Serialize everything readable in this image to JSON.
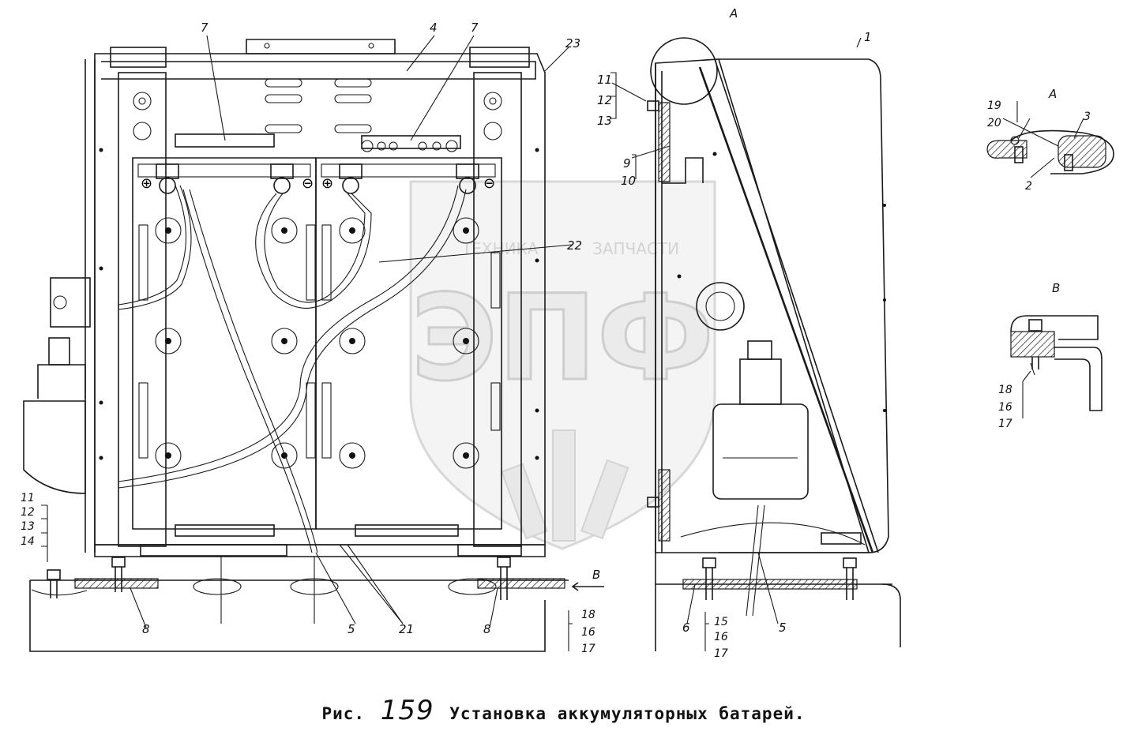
{
  "caption": {
    "prefix": "Рис.",
    "number": "159",
    "title": "Установка аккумуляторных батарей."
  },
  "watermark": {
    "left_text": "ТЕХНИКА",
    "right_text": "ЗАПЧАСТИ",
    "logo_letters": "ЭПФ"
  },
  "detail_a": {
    "title": "А"
  },
  "detail_b": {
    "title": "В"
  },
  "labels": {
    "l1": "1",
    "l2": "2",
    "l3": "3",
    "l4": "4",
    "l5a": "5",
    "l5b": "5",
    "l6": "6",
    "l7a": "7",
    "l7b": "7",
    "l8a": "8",
    "l8b": "8",
    "l9": "9",
    "l10": "10",
    "l11a": "11",
    "l12a": "12",
    "l13a": "13",
    "l11b": "11",
    "l12b": "12",
    "l13b": "13",
    "l14": "14",
    "l15": "15",
    "l16a": "16",
    "l17a": "17",
    "l16b": "16",
    "l17b": "17",
    "l18a": "18",
    "l18b": "18",
    "l16c": "16",
    "l17c": "17",
    "l19": "19",
    "l20": "20",
    "l21": "21",
    "l22": "22",
    "l23": "23",
    "lA": "А",
    "lB": "В",
    "lB2": "В"
  }
}
